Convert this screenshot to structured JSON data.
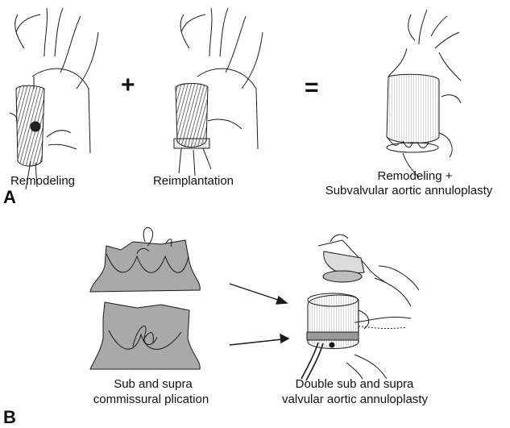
{
  "panel_a": {
    "letter": "A",
    "left_caption": "Remodeling",
    "middle_caption": "Reimplantation",
    "right_caption_line1": "Remodeling +",
    "right_caption_line2": "Subvalvular aortic annuloplasty",
    "plus_sign": "+",
    "equals_sign": "="
  },
  "panel_b": {
    "letter": "B",
    "left_caption_line1": "Sub and supra",
    "left_caption_line2": "commissural plication",
    "right_caption_line1": "Double sub and supra",
    "right_caption_line2": "valvular aortic annuloplasty"
  },
  "colors": {
    "ink": "#1a1a1a",
    "tissue": "#a9a9a9",
    "background": "#ffffff"
  }
}
